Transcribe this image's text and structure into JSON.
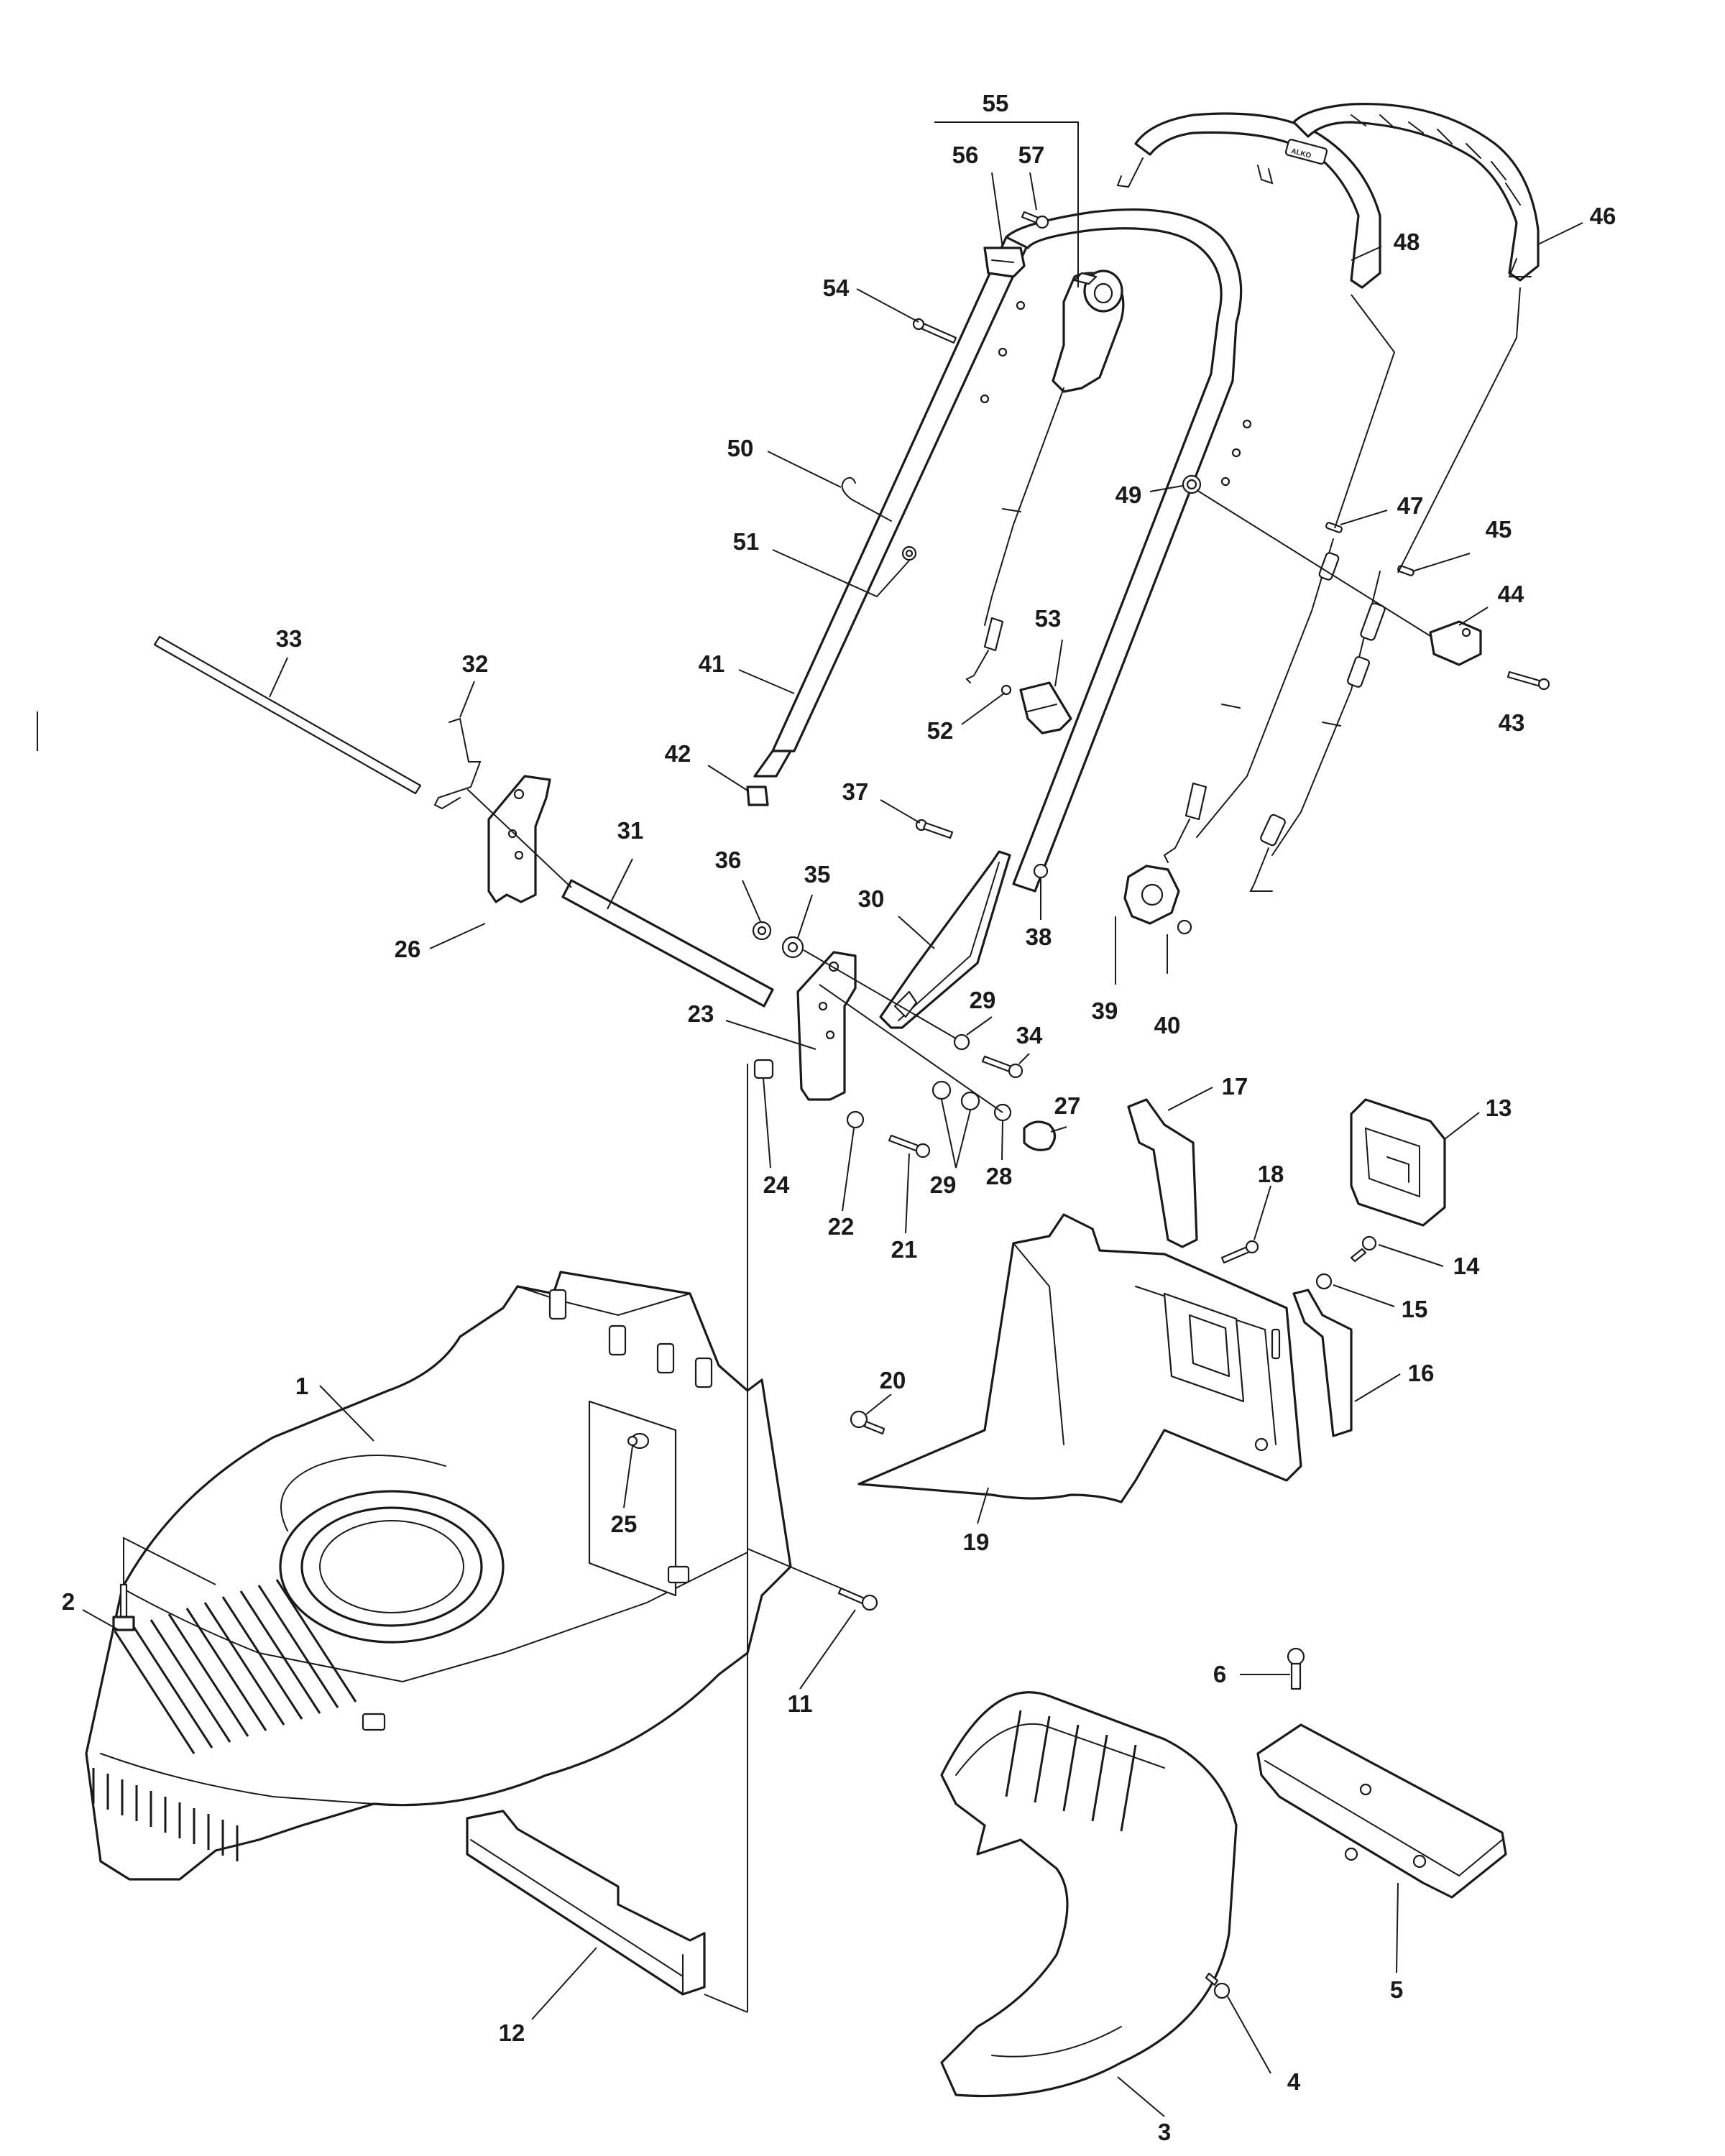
{
  "callouts": [
    "1",
    "2",
    "3",
    "4",
    "5",
    "6",
    "11",
    "12",
    "13",
    "14",
    "15",
    "16",
    "17",
    "18",
    "19",
    "20",
    "21",
    "22",
    "23",
    "24",
    "25",
    "26",
    "27",
    "28",
    "29",
    "29",
    "29",
    "30",
    "31",
    "32",
    "33",
    "34",
    "35",
    "36",
    "37",
    "38",
    "39",
    "40",
    "41",
    "42",
    "43",
    "44",
    "45",
    "46",
    "47",
    "48",
    "49",
    "50",
    "51",
    "52",
    "53",
    "54",
    "55",
    "56",
    "57"
  ],
  "handle_tag": "ALKO"
}
